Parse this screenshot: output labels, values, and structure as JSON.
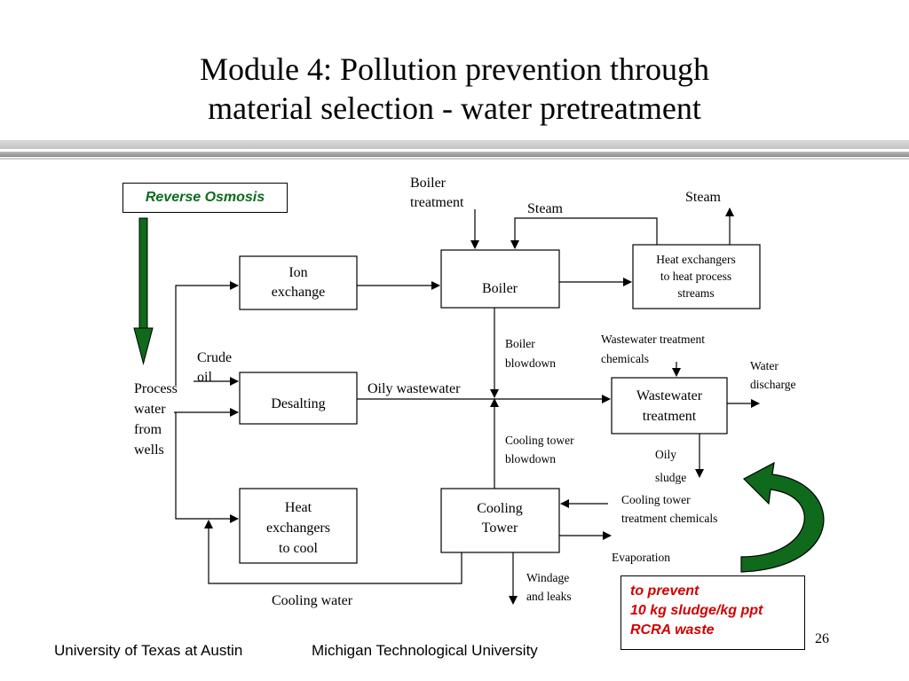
{
  "slide": {
    "title_line1": "Module 4:  Pollution prevention through",
    "title_line2": "material selection - water pretreatment",
    "page_number": "26"
  },
  "footer": {
    "left": "University of Texas at Austin",
    "right": "Michigan Technological University"
  },
  "callouts": {
    "reverse_osmosis": "Reverse Osmosis",
    "prevent_line1": "to prevent",
    "prevent_line2": "10 kg sludge/kg ppt",
    "prevent_line3": "RCRA waste"
  },
  "diagram": {
    "boxes": {
      "ion_exchange": [
        "Ion",
        "exchange"
      ],
      "boiler": [
        "Boiler"
      ],
      "heat_exchangers_process": [
        "Heat exchangers",
        "to heat process",
        "streams"
      ],
      "desalting": [
        "Desalting"
      ],
      "wastewater_treatment": [
        "Wastewater",
        "treatment"
      ],
      "heat_exchangers_cool": [
        "Heat",
        "exchangers",
        "to cool"
      ],
      "cooling_tower": [
        "Cooling",
        "Tower"
      ]
    },
    "labels": {
      "boiler_treatment": [
        "Boiler",
        "treatment"
      ],
      "steam_loop": "Steam",
      "steam_out": "Steam",
      "crude_oil": [
        "Crude",
        "oil"
      ],
      "process_water": [
        "Process",
        "water",
        "from",
        "wells"
      ],
      "boiler_blowdown": [
        "Boiler",
        "blowdown"
      ],
      "oily_wastewater": "Oily wastewater",
      "ww_chemicals": [
        "Wastewater treatment",
        "chemicals"
      ],
      "water_discharge": [
        "Water",
        "discharge"
      ],
      "cooling_tower_blowdown": [
        "Cooling tower",
        "blowdown"
      ],
      "oily_sludge": [
        "Oily",
        "sludge"
      ],
      "ct_chemicals": [
        "Cooling tower",
        "treatment chemicals"
      ],
      "evaporation": "Evaporation",
      "windage": [
        "Windage",
        "and leaks"
      ],
      "cooling_water": "Cooling water"
    },
    "colors": {
      "green_arrow": "#0f6a1c",
      "callout_green_text": "#0b6b1f",
      "callout_red_text": "#d10000"
    }
  }
}
